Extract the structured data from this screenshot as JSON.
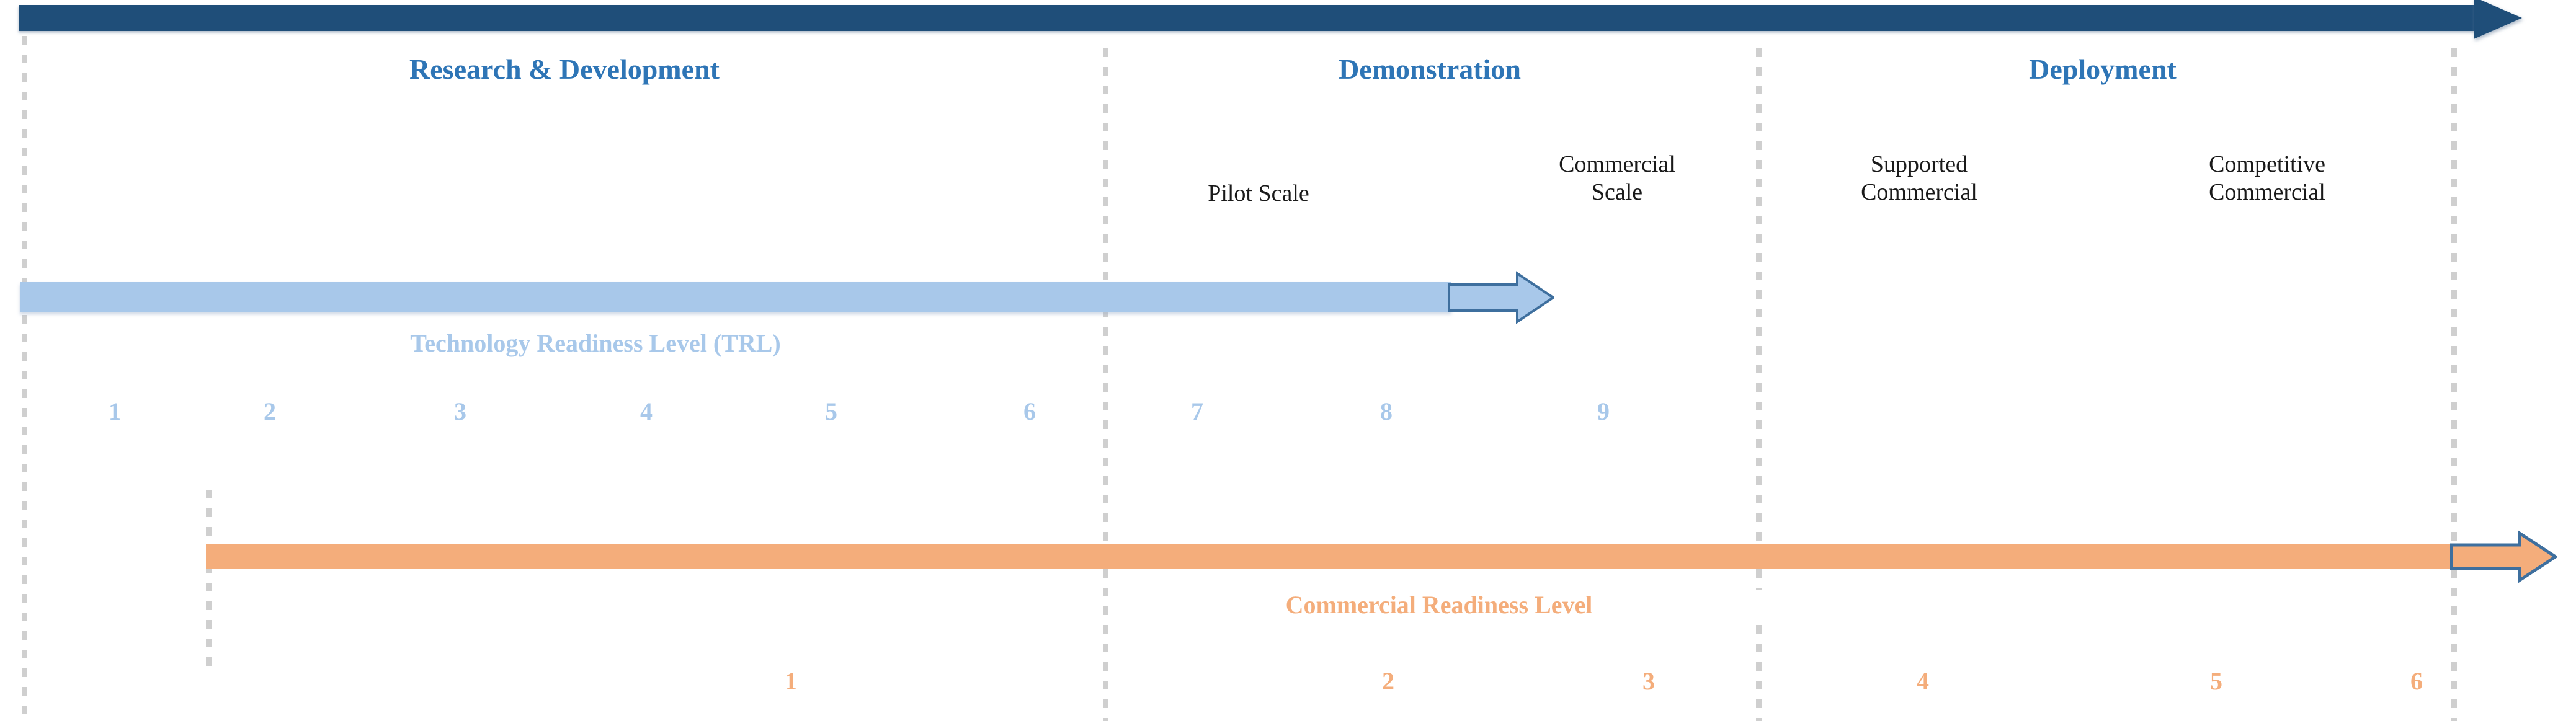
{
  "diagram": {
    "title_color": "#2e75b6",
    "top_arrow_color": "#1f4e79",
    "trl_color": "#a8c8ea",
    "crl_color": "#f4ad7b",
    "divider_color": "#cfcfcf"
  },
  "phases": [
    {
      "label": "Research & Development"
    },
    {
      "label": "Demonstration"
    },
    {
      "label": "Deployment"
    }
  ],
  "sub_labels": [
    {
      "line1": "Pilot Scale",
      "line2": ""
    },
    {
      "line1": "Commercial",
      "line2": "Scale"
    },
    {
      "line1": "Supported",
      "line2": "Commercial"
    },
    {
      "line1": "Competitive",
      "line2": "Commercial"
    }
  ],
  "trl": {
    "caption": "Technology Readiness Level (TRL)",
    "levels": [
      "1",
      "2",
      "3",
      "4",
      "5",
      "6",
      "7",
      "8",
      "9"
    ]
  },
  "crl": {
    "caption": "Commercial Readiness Level",
    "levels": [
      "1",
      "2",
      "3",
      "4",
      "5",
      "6"
    ]
  },
  "chart_data": {
    "type": "table",
    "title": "Technology and Commercial Readiness Level Progression",
    "categories": [
      "Research & Development",
      "Demonstration",
      "Deployment"
    ],
    "series": [
      {
        "name": "Technology Readiness Level (TRL)",
        "values": [
          1,
          2,
          3,
          4,
          5,
          6,
          7,
          8,
          9
        ]
      },
      {
        "name": "Commercial Readiness Level",
        "values": [
          1,
          2,
          3,
          4,
          5,
          6
        ]
      }
    ],
    "annotations": [
      "Pilot Scale",
      "Commercial Scale",
      "Supported Commercial",
      "Competitive Commercial"
    ],
    "grid": false,
    "legend": "none"
  }
}
